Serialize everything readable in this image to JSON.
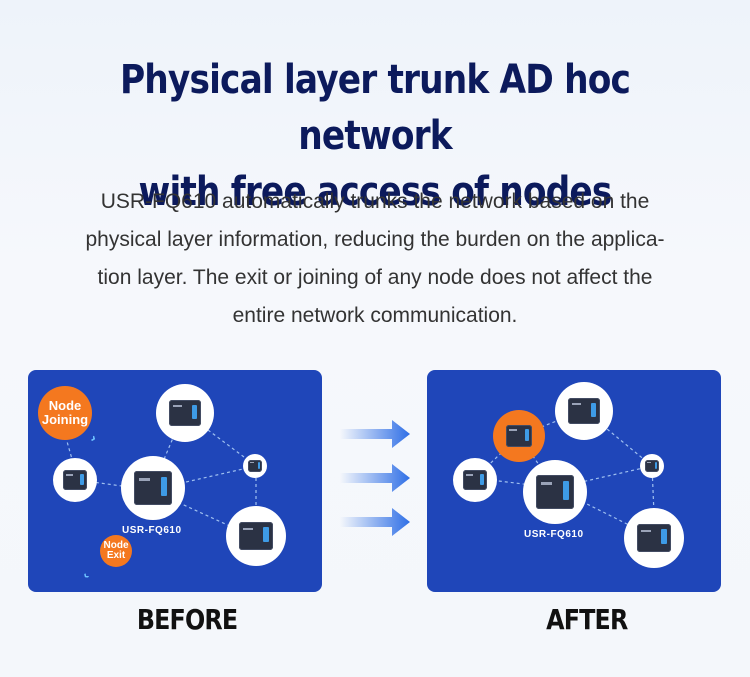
{
  "heading": {
    "line1": "Physical layer trunk AD hoc network",
    "line2": "with free access of nodes"
  },
  "description": {
    "line1": "USR-FQ610 automatically trunks the network based on the",
    "line2": "physical layer information, reducing the burden on the applica-",
    "line3": "tion layer. The exit or joining of any node does not affect the",
    "line4": "entire network communication."
  },
  "before": {
    "caption": "BEFORE",
    "device_label": "USR-FQ610",
    "badge_joining_line1": "Node",
    "badge_joining_line2": "Joining",
    "badge_exit_line1": "Node",
    "badge_exit_line2": "Exit"
  },
  "after": {
    "caption": "AFTER",
    "device_label": "USR-FQ610"
  },
  "colors": {
    "title": "#0c1a5c",
    "panel": "#1f46b9",
    "accent": "#f4781f",
    "arrow": "#2f6fe6"
  }
}
